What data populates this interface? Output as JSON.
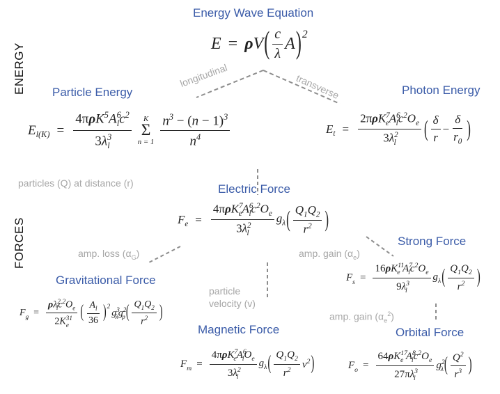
{
  "sections": {
    "energy": "ENERGY",
    "forces": "FORCES"
  },
  "titles": {
    "energy_wave": "Energy Wave Equation",
    "particle_energy": "Particle Energy",
    "photon_energy": "Photon Energy",
    "electric_force": "Electric Force",
    "strong_force": "Strong Force",
    "gravitational_force": "Gravitational Force",
    "magnetic_force": "Magnetic Force",
    "orbital_force": "Orbital Force"
  },
  "annotations": {
    "longitudinal": "longitudinal",
    "transverse": "transverse",
    "particles_at_distance": "particles (Q) at distance (r)",
    "amp_loss": "amp. loss (α",
    "amp_loss_sub": "G",
    "amp_gain": "amp. gain (α",
    "amp_gain_sub": "e",
    "particle_velocity_1": "particle",
    "particle_velocity_2": "velocity (v)",
    "amp_gain_sq": "amp. gain (α",
    "amp_gain_sq_sub": "e",
    "amp_gain_sq_sup": "2"
  },
  "equations": {
    "energy_wave": {
      "lhs": "E",
      "text": "E = ρV(c/λ · A)²"
    },
    "particle_energy": {
      "lhs": "E",
      "lhs_sub": "l(K)",
      "text": "E_l(K) = 4πρK⁵A_l⁶c² / 3λ_l³ · Σ_{n=1}^{K} (n³ − (n−1)³) / n⁴"
    },
    "photon_energy": {
      "lhs": "E",
      "lhs_sub": "t",
      "text": "E_t = 2πρK_e⁷A_l⁶c²O_e / 3λ_l² · (δ/r − δ/r₀)"
    },
    "electric_force": {
      "lhs": "F",
      "lhs_sub": "e",
      "text": "F_e = 4πρK_e⁷A_l⁶c²O_e / 3λ_l² · g_λ (Q₁Q₂ / r²)"
    },
    "strong_force": {
      "lhs": "F",
      "lhs_sub": "s",
      "text": "F_s = 16ρK_e¹¹A_l⁷c²O_e / 9λ_l³ · g_λ (Q₁Q₂ / r²)"
    },
    "gravitational_force": {
      "lhs": "F",
      "lhs_sub": "g",
      "text": "F_g = ρλ_l²c²O_e / 2K_e³¹ · (A_l/36)² g_λ³ g_p² (Q₁Q₂ / r²)"
    },
    "magnetic_force": {
      "lhs": "F",
      "lhs_sub": "m",
      "text": "F_m = 4πρK_e⁷A_l⁶O_e / 3λ_l² · g_λ (Q₁Q₂ / r² · v²)"
    },
    "orbital_force": {
      "lhs": "F",
      "lhs_sub": "o",
      "text": "F_o = 64ρK_e¹⁷A_l⁸c²O_e / 27πλ_l³ · g_λ² (Q² / r³)"
    }
  },
  "colors": {
    "title": "#3a5ba8",
    "annotation": "#a6a6a6",
    "connector": "#8c8c8c",
    "equation": "#222222"
  }
}
